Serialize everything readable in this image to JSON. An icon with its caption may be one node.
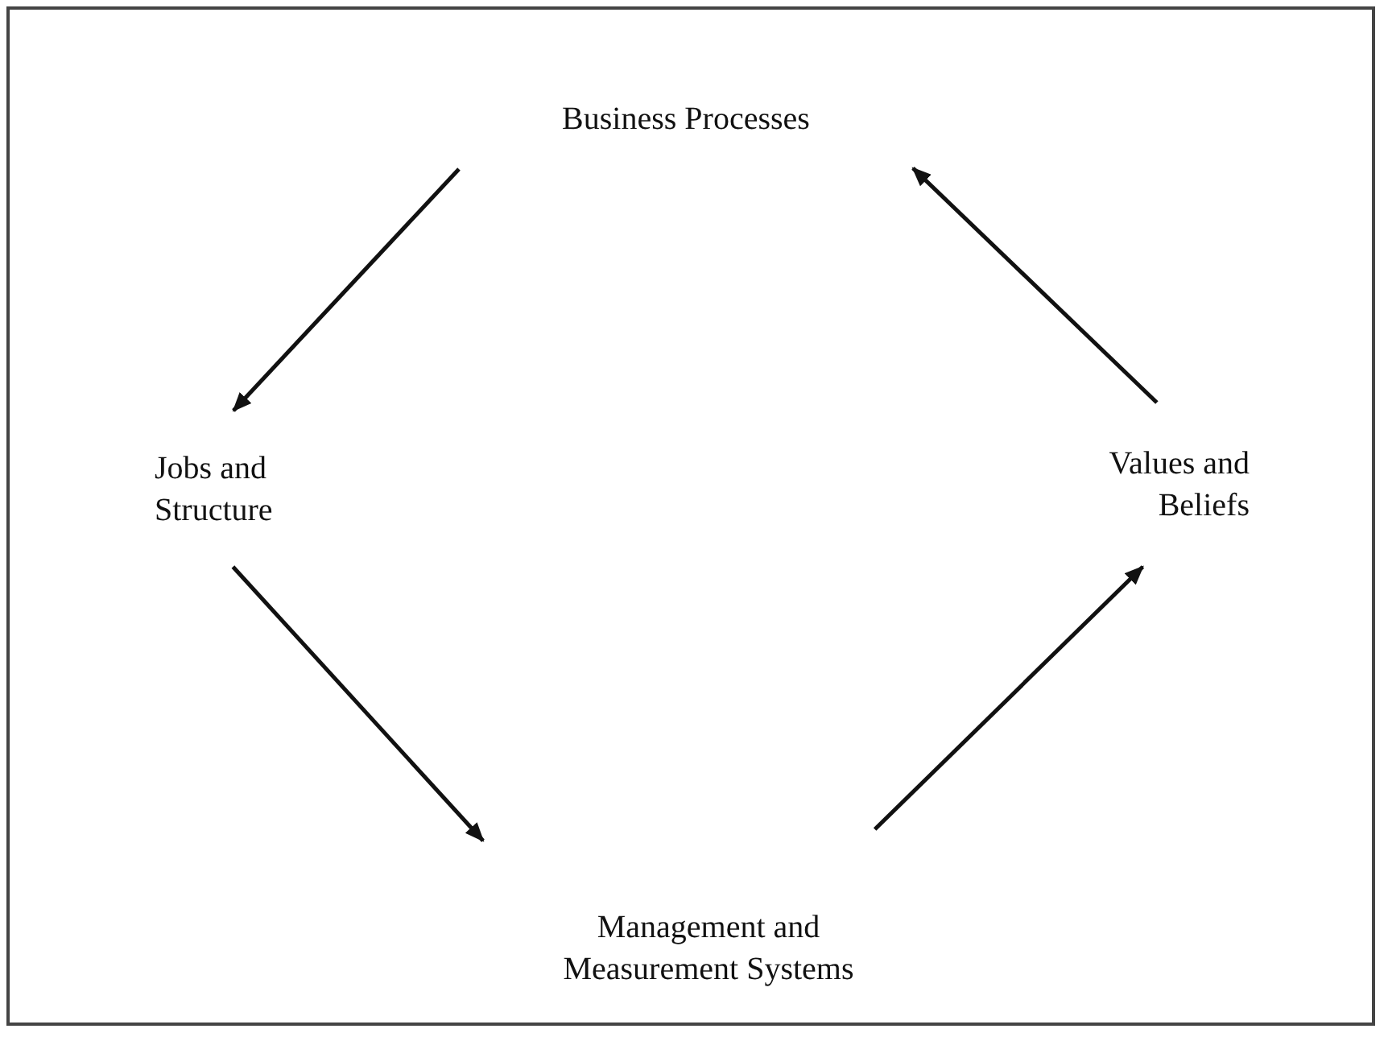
{
  "diagram": {
    "nodes": [
      {
        "text": [
          "Business Processes"
        ]
      },
      {
        "text": [
          "Jobs and Structure"
        ]
      },
      {
        "text": [
          "Management and Measurement Systems"
        ]
      },
      {
        "text": [
          "Values and Beliefs"
        ]
      }
    ],
    "edges": [
      {
        "from": 0,
        "to": 1,
        "arrow": "to"
      },
      {
        "from": 1,
        "to": 2,
        "arrow": "to"
      },
      {
        "from": 2,
        "to": 3,
        "arrow": "to"
      },
      {
        "from": 3,
        "to": 0,
        "arrow": "to"
      }
    ]
  }
}
